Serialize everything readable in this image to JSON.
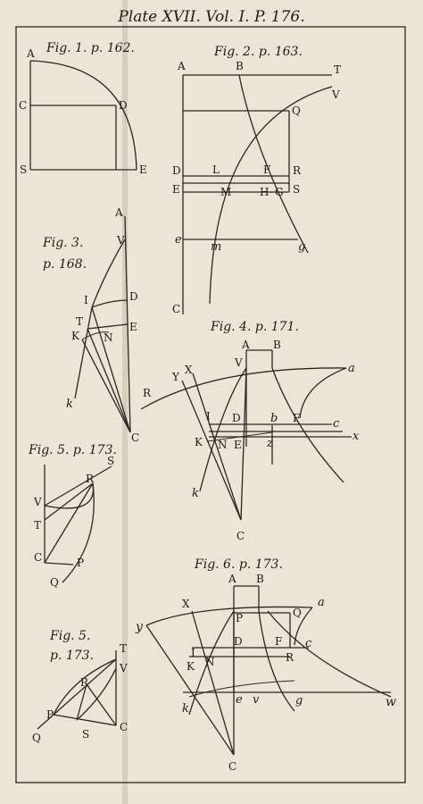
{
  "plate": {
    "title": "Plate XVII. Vol. I. P. 176.",
    "colors": {
      "paper": "#ebe5d6",
      "ink": "#2a2622"
    }
  },
  "figures": {
    "fig1": {
      "caption": "Fig. 1. p. 162.",
      "labels": {
        "A": "A",
        "C": "C",
        "D": "D",
        "S": "S",
        "E": "E"
      }
    },
    "fig2": {
      "caption": "Fig. 2. p. 163.",
      "labels": {
        "A": "A",
        "B": "B",
        "T": "T",
        "V": "V",
        "Q": "Q",
        "D": "D",
        "L": "L",
        "F": "F",
        "R": "R",
        "E": "E",
        "M": "M",
        "H": "H",
        "G": "G",
        "S": "S",
        "e": "e",
        "m": "m",
        "g": "g",
        "C": "C"
      }
    },
    "fig3": {
      "caption_line1": "Fig. 3.",
      "caption_line2": "p. 168.",
      "labels": {
        "A": "A",
        "V": "V",
        "I": "I",
        "D": "D",
        "T": "T",
        "K": "K",
        "N": "N",
        "E": "E",
        "k": "k",
        "C": "C"
      }
    },
    "fig4": {
      "caption": "Fig. 4. p. 171.",
      "labels": {
        "A": "A",
        "B": "B",
        "Y": "Y",
        "X": "X",
        "V": "V",
        "a": "a",
        "R": "R",
        "I": "I",
        "D": "D",
        "b": "b",
        "F": "F",
        "c": "c",
        "K": "K",
        "N": "N",
        "E": "E",
        "z": "z",
        "x": "x",
        "k": "k",
        "C": "C"
      }
    },
    "fig5a": {
      "caption": "Fig. 5. p. 173.",
      "labels": {
        "S": "S",
        "R": "R",
        "V": "V",
        "T": "T",
        "C": "C",
        "P": "P",
        "Q": "Q"
      }
    },
    "fig6": {
      "caption": "Fig. 6. p. 173.",
      "labels": {
        "A": "A",
        "B": "B",
        "X": "X",
        "a": "a",
        "P": "P",
        "Q": "Q",
        "y": "y",
        "I": "I",
        "D": "D",
        "F": "F",
        "c": "c",
        "K": "K",
        "N": "N",
        "R": "R",
        "k": "k",
        "e": "e",
        "v": "v",
        "g": "g",
        "w": "w",
        "C": "C"
      }
    },
    "fig5b": {
      "caption_line1": "Fig. 5.",
      "caption_line2": "p. 173.",
      "labels": {
        "T": "T",
        "V": "V",
        "R": "R",
        "P": "P",
        "C": "C",
        "S": "S",
        "Q": "Q"
      }
    }
  }
}
